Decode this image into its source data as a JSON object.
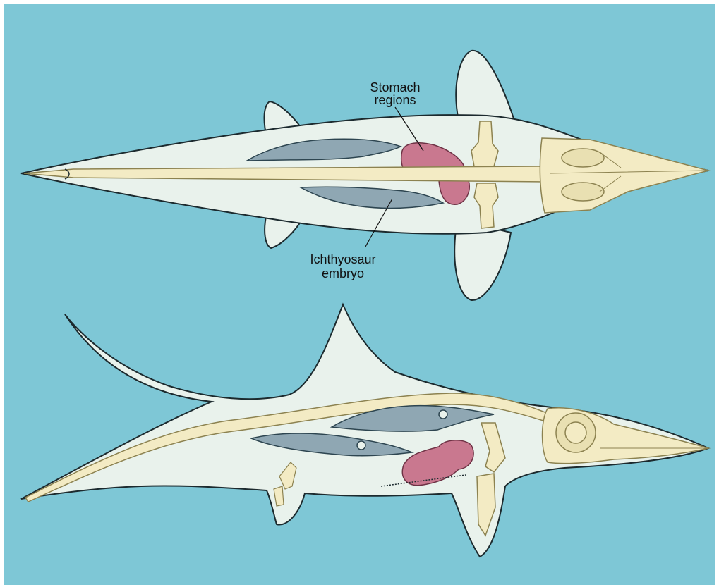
{
  "figure": {
    "colors": {
      "background": "#7ec7d6",
      "body_fill": "#e9f2ec",
      "body_stroke": "#1c2a2e",
      "bone": "#f3ebc4",
      "stomach": "#c9788f",
      "embryo": "#8fa7b3"
    },
    "labels": {
      "stomach_line1": "Stomach",
      "stomach_line2": "regions",
      "embryo_line1": "Ichthyosaur",
      "embryo_line2": "embryo"
    }
  }
}
